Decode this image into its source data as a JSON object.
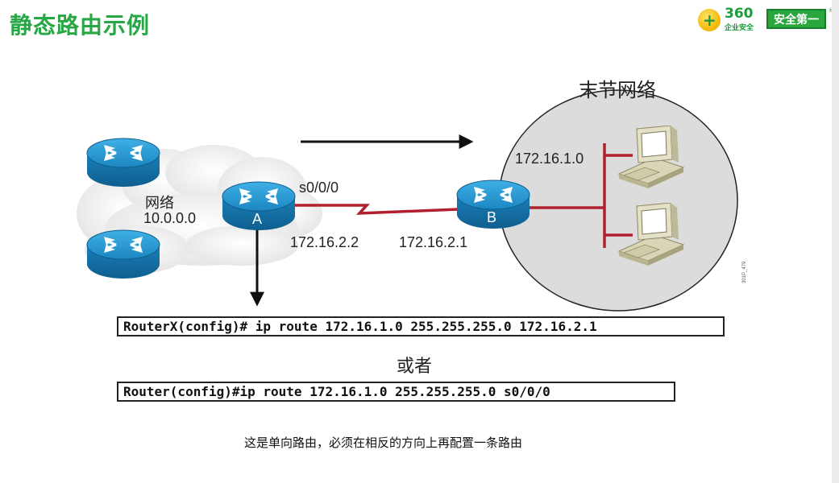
{
  "title": "静态路由示例",
  "logo": {
    "brand_number": "360",
    "brand_sub": "企业安全",
    "badge": "安全第一",
    "reg": "®"
  },
  "diagram": {
    "stub_network_label": "末节网络",
    "network_label": "网络",
    "network_address": "10.0.0.0",
    "router_a_label": "A",
    "router_b_label": "B",
    "interface_label": "s0/0/0",
    "ip_a": "172.16.2.2",
    "ip_b": "172.16.2.1",
    "lan_address": "172.16.1.0",
    "figure_code": "301P_479"
  },
  "commands": {
    "cmd1": "RouterX(config)# ip route 172.16.1.0 255.255.255.0 172.16.2.1",
    "or_label": "或者",
    "cmd2": "Router(config)#ip route 172.16.1.0 255.255.255.0 s0/0/0"
  },
  "note": "这是单向路由，必须在相反的方向上再配置一条路由",
  "colors": {
    "title_green": "#27a844",
    "link_red": "#b0202e",
    "router_blue": "#1f8fc8",
    "stub_gray": "#dcdcdc"
  }
}
